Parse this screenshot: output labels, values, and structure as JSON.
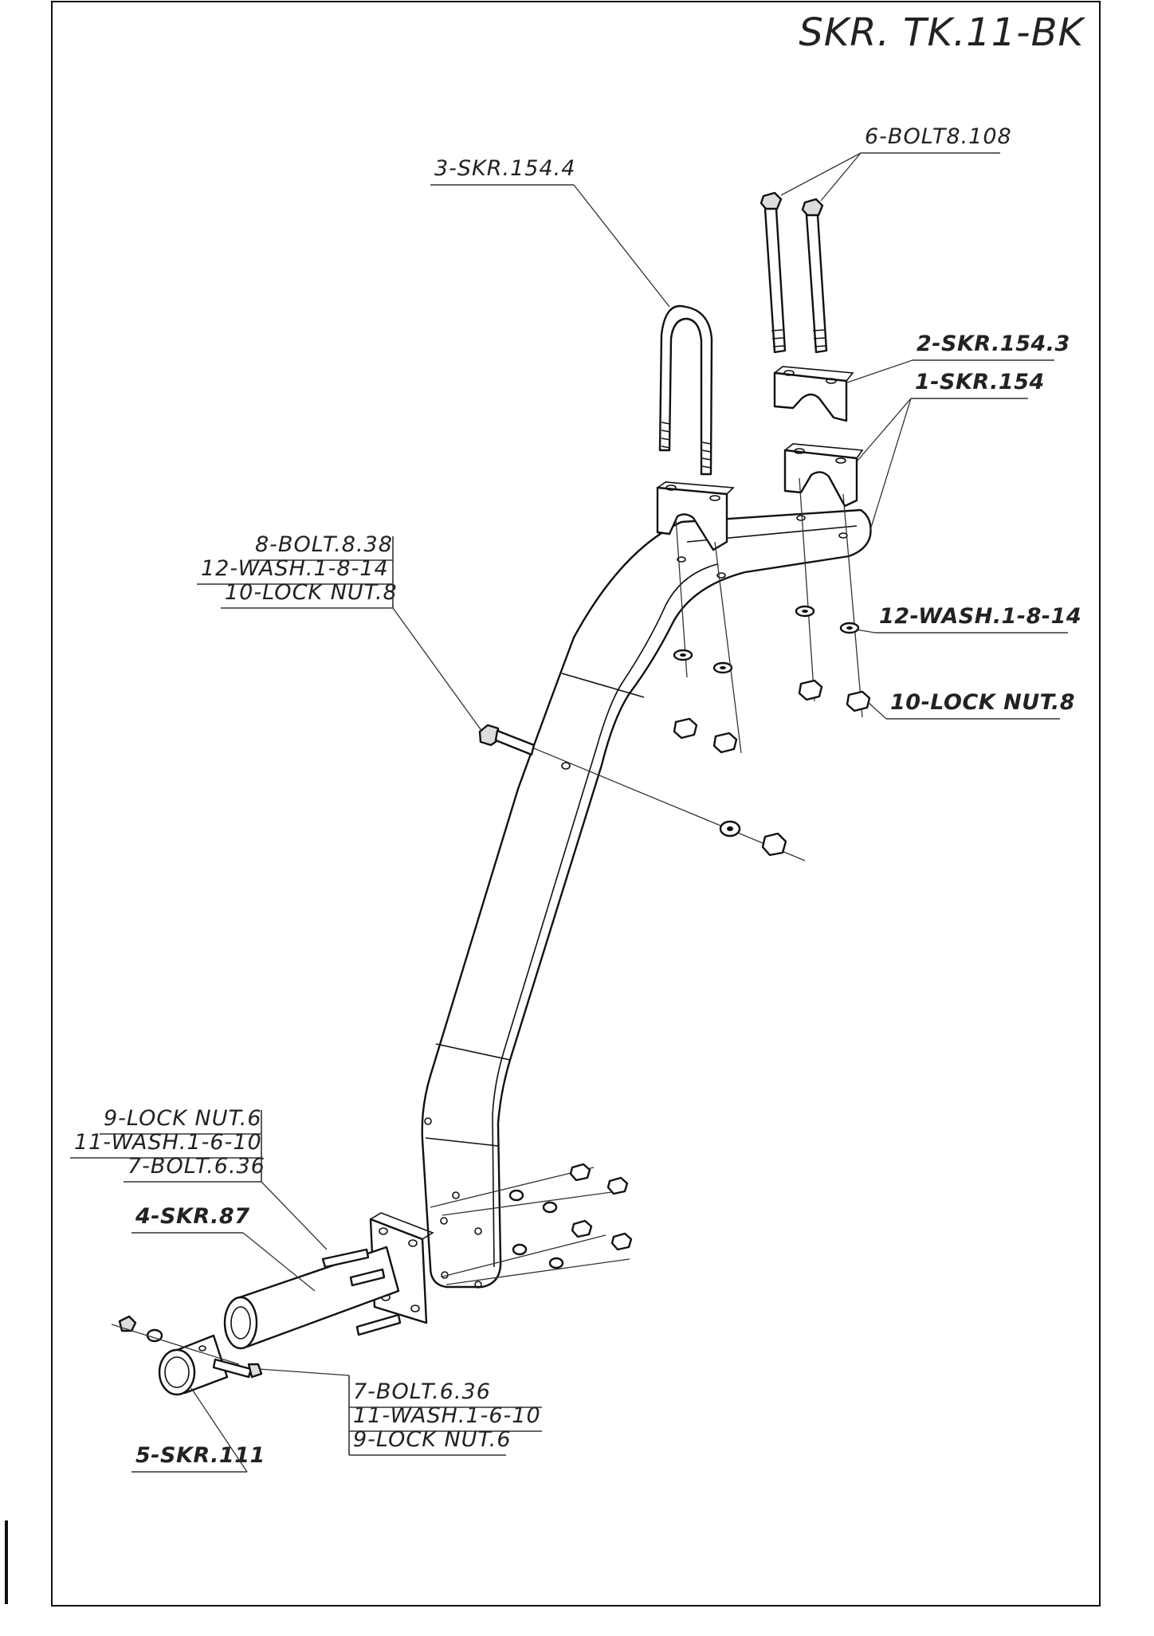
{
  "drawing": {
    "title": "SKR. TK.11-BK"
  },
  "callouts": {
    "bolt_top": "6-BOLT8.108",
    "ubolt": "3-SKR.154.4",
    "clamp_top": "2-SKR.154.3",
    "bracket": "1-SKR.154",
    "bolt_mid": [
      "8-BOLT.8.38",
      "12-WASH.1-8-14",
      "10-LOCK NUT.8"
    ],
    "washer_right": "12-WASH.1-8-14",
    "locknut_right": "10-LOCK NUT.8",
    "bolt_lower": [
      "9-LOCK NUT.6",
      "11-WASH.1-6-10",
      "7-BOLT.6.36"
    ],
    "shaft": "4-SKR.87",
    "bolt_bottom": [
      "7-BOLT.6.36",
      "11-WASH.1-6-10",
      "9-LOCK NUT.6"
    ],
    "sleeve": "5-SKR.111"
  }
}
